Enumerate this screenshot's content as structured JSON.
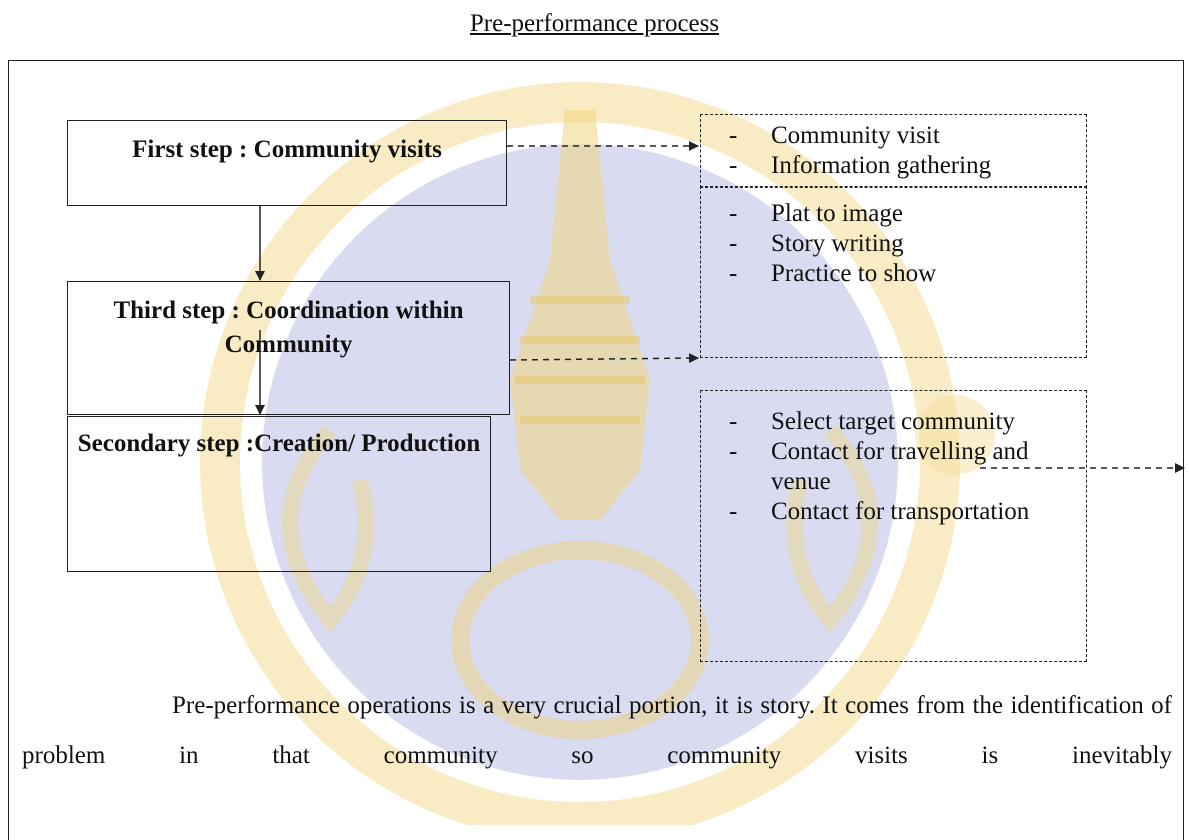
{
  "title": "Pre-performance process",
  "steps": {
    "first": "First step : Community visits",
    "third": "Third step :  Coordination within Community",
    "secondary": "Secondary  step :Creation/ Production"
  },
  "notes": {
    "box1": [
      "Community  visit",
      "Information  gathering"
    ],
    "box2": [
      "Plat to image",
      "Story writing",
      "Practice to show"
    ],
    "box3": [
      "Select target community",
      "Contact for travelling and venue",
      "Contact for transportation"
    ]
  },
  "paragraph": "Pre-performance operations is a very crucial portion, it is story.  It comes from the identification of problem in that community so community visits is inevitably",
  "colors": {
    "watermark_blue": "#c9cbe8",
    "watermark_gold": "#f2d98a",
    "line": "#222222"
  }
}
